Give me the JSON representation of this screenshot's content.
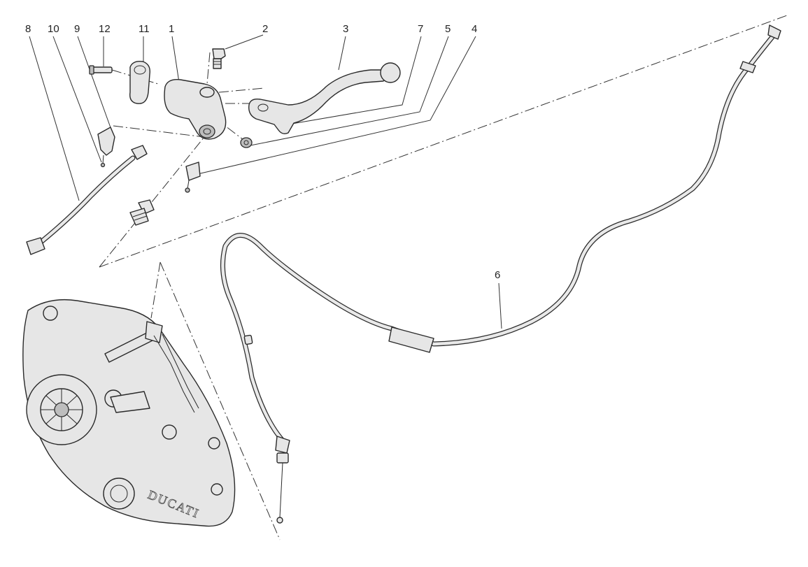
{
  "callouts": [
    "8",
    "10",
    "9",
    "12",
    "11",
    "1",
    "2",
    "3",
    "7",
    "5",
    "4",
    "6"
  ],
  "engraved_logo": "DUCATI",
  "colors": {
    "line": "#2a2a2a",
    "part_fill": "#e6e6e6",
    "background": "#ffffff"
  }
}
